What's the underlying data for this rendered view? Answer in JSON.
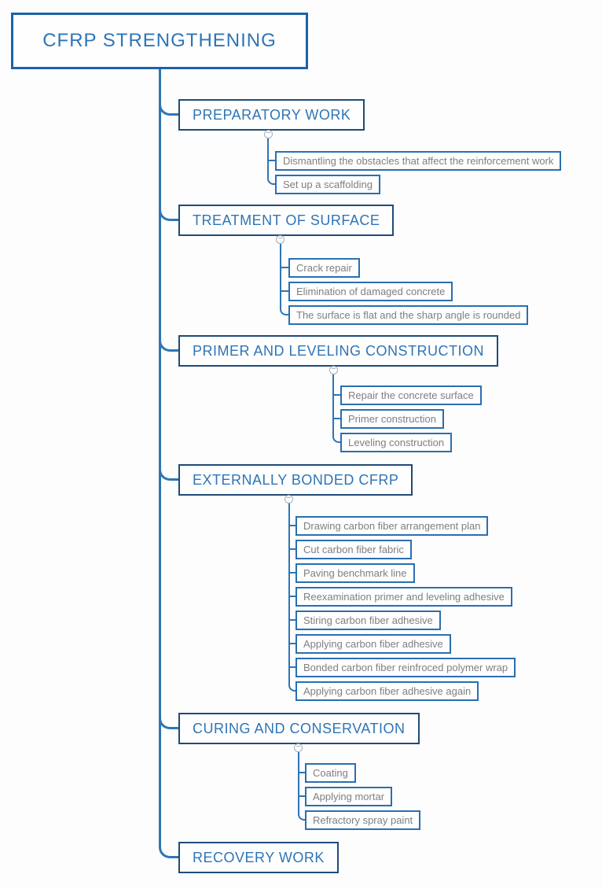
{
  "root": {
    "label": "CFRP STRENGTHENING"
  },
  "icons": {
    "collapse_glyph": "−"
  },
  "colors": {
    "line_blue": "#2e75b6",
    "title_border": "#1b62a8",
    "main_topic_border": "#204b78",
    "subtopic_border": "#2a6fb0",
    "topic_text": "#2e75b6",
    "subtopic_text": "#7f7f7f",
    "background": "#fdfdfd"
  },
  "sections": [
    {
      "label": "PREPARATORY WORK",
      "children": [
        "Dismantling the obstacles that affect the reinforcement work",
        "Set up a scaffolding"
      ]
    },
    {
      "label": "TREATMENT OF SURFACE",
      "children": [
        "Crack repair",
        "Elimination of damaged concrete",
        "The surface is flat and the sharp angle is rounded"
      ]
    },
    {
      "label": "PRIMER AND LEVELING CONSTRUCTION",
      "children": [
        "Repair the concrete surface",
        "Primer construction",
        "Leveling construction"
      ]
    },
    {
      "label": "EXTERNALLY BONDED CFRP",
      "children": [
        "Drawing carbon fiber arrangement plan",
        "Cut carbon fiber fabric",
        "Paving benchmark line",
        "Reexamination primer and leveling adhesive",
        "Stiring carbon fiber adhesive",
        "Applying carbon fiber adhesive",
        "Bonded carbon fiber reinfroced polymer wrap",
        "Applying carbon fiber adhesive again"
      ]
    },
    {
      "label": "CURING AND CONSERVATION",
      "children": [
        "Coating",
        "Applying mortar",
        "Refractory spray paint"
      ]
    },
    {
      "label": "RECOVERY WORK",
      "children": []
    }
  ]
}
